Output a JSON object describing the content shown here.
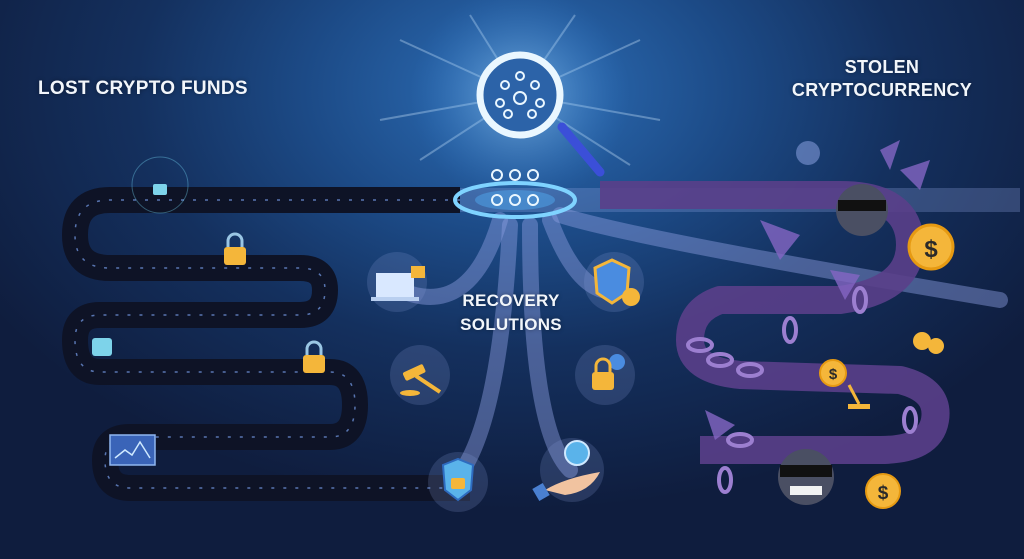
{
  "sections": {
    "left": {
      "title": "LOST CRYPTO FUNDS"
    },
    "center": {
      "title_line1": "RECOVERY",
      "title_line2": "SOLUTIONS"
    },
    "right": {
      "title_line1": "STOLEN",
      "title_line2": "CRYPTOCURRENCY"
    }
  },
  "icons": {
    "center": [
      "magnifier-network-icon",
      "network-hologram-icon"
    ],
    "left_path": [
      "lock-circuit-icon",
      "padlock-gold-icon",
      "broken-padlock-icon",
      "padlock-gold-icon",
      "chart-screen-icon"
    ],
    "recovery_nodes": [
      "laptop-analytics-icon",
      "gavel-icon",
      "shield-lock-icon",
      "shield-dollar-icon",
      "lock-gear-icon",
      "hand-coin-icon"
    ],
    "right_path": [
      "skull-icon",
      "thief-icon",
      "gold-coin-icon",
      "broken-chain-icon",
      "skull-coin-icon",
      "gold-coin-icon",
      "gavel-icon",
      "thief-icon",
      "gold-coin-icon"
    ]
  },
  "colors": {
    "background_top": "#2d6fb8",
    "background_bottom": "#0f1d3e",
    "left_path": "#0e1326",
    "right_path": "#5a3f8a",
    "chain": "#9c7fd0",
    "gold": "#f4b63a",
    "glow": "#7fd3ff"
  }
}
